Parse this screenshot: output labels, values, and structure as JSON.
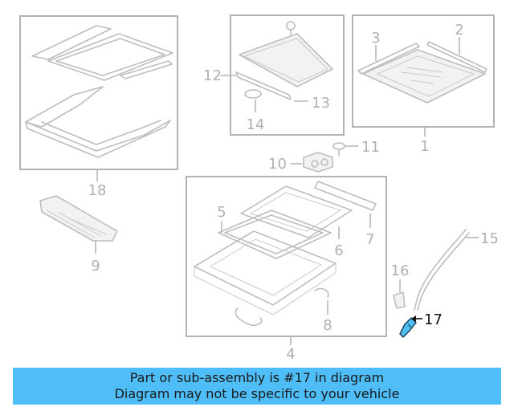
{
  "labels": {
    "p1": "1",
    "p2": "2",
    "p3": "3",
    "p4": "4",
    "p5": "5",
    "p6": "6",
    "p7": "7",
    "p8": "8",
    "p9": "9",
    "p10": "10",
    "p11": "11",
    "p12": "12",
    "p13": "13",
    "p14": "14",
    "p15": "15",
    "p16": "16",
    "p17": "17",
    "p18": "18"
  },
  "highlight": {
    "part_number": "17",
    "color": "#4fbdf0"
  },
  "banner": {
    "line1": "Part or sub-assembly is #17 in diagram",
    "line2": "Diagram may not be specific to your vehicle",
    "color": "#4fbdf7"
  }
}
